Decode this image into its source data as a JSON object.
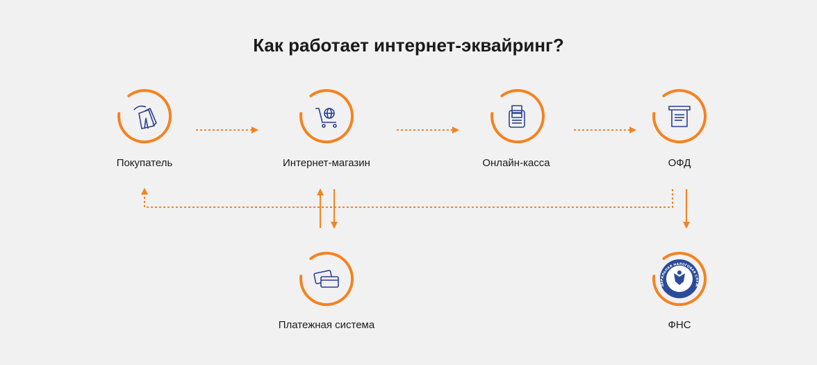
{
  "title": "Как работает интернет-эквайринг?",
  "nodes": {
    "buyer": "Покупатель",
    "shop": "Интернет-магазин",
    "kassa": "Онлайн-касса",
    "ofd": "ОФД",
    "payment": "Платежная система",
    "fns": "ФНС"
  },
  "fns_logo_text": "ФЕДЕРАЛЬНАЯ НАЛОГОВАЯ СЛУЖБА",
  "colors": {
    "accent": "#f58220",
    "icon": "#2b3f8f",
    "background": "#f1f1f1"
  }
}
